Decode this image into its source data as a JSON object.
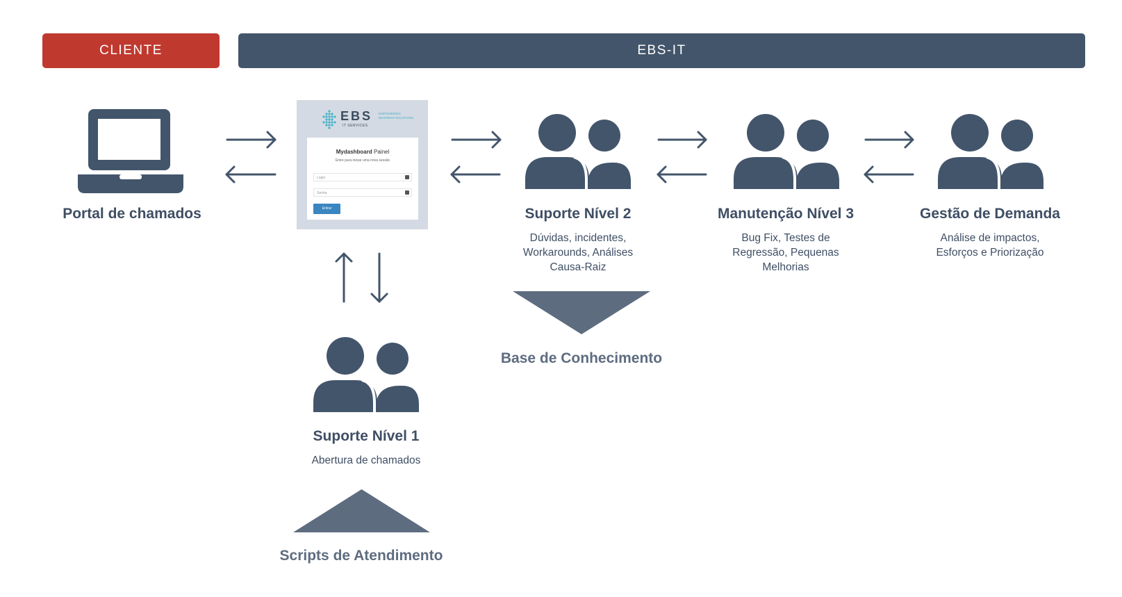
{
  "header": {
    "client_label": "CLIENTE",
    "provider_label": "EBS-IT"
  },
  "portal": {
    "title": "Portal de chamados"
  },
  "login": {
    "logo_text": "EBS",
    "logo_sub": "IT SERVICES",
    "logo_tagline": "EMPOWERING BUSINESS SOLUTIONS",
    "title_bold": "Mydashboard",
    "title_rest": "Painel",
    "hint": "Entre para iniciar uma nova sessão",
    "login_placeholder": "Login",
    "password_placeholder": "Senha",
    "submit_label": "Entrar"
  },
  "level2": {
    "title": "Suporte Nível 2",
    "desc": [
      "Dúvidas, incidentes,",
      "Workarounds, Análises",
      "Causa-Raiz"
    ]
  },
  "level3": {
    "title": "Manutenção Nível 3",
    "desc": [
      "Bug Fix, Testes de",
      "Regressão, Pequenas",
      "Melhorias"
    ]
  },
  "demand": {
    "title": "Gestão de Demanda",
    "desc": [
      "Análise de impactos,",
      "Esforços e Priorização"
    ]
  },
  "level1": {
    "title": "Suporte Nível 1",
    "desc": [
      "Abertura de chamados"
    ]
  },
  "knowledge_base": {
    "label": "Base de Conhecimento"
  },
  "scripts": {
    "label": "Scripts de Atendimento"
  },
  "colors": {
    "client": "#c0392f",
    "provider": "#43556b",
    "icon": "#43556b",
    "triangle": "#5e6c7f"
  }
}
